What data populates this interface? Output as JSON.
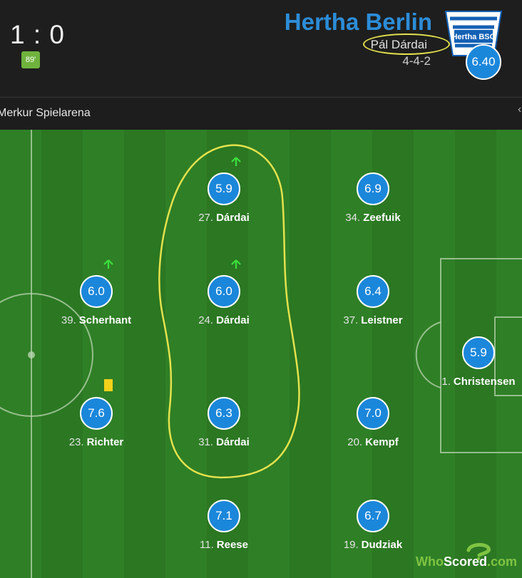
{
  "match": {
    "score": "1 : 0",
    "minute": "89'"
  },
  "team": {
    "name": "Hertha Berlin",
    "manager": "Pál Dárdai",
    "formation": "4-4-2",
    "rating": "6.40",
    "crest_text": "Hertha BSC",
    "crest_colors": [
      "#1461b5",
      "#ffffff"
    ]
  },
  "venue": "Merkur Spielarena",
  "players": [
    {
      "number": "27.",
      "name": "Dárdai",
      "rating": "5.9",
      "sub_icon": "arrow-up"
    },
    {
      "number": "34.",
      "name": "Zeefuik",
      "rating": "6.9"
    },
    {
      "number": "39.",
      "name": "Scherhant",
      "rating": "6.0",
      "sub_icon": "arrow-up"
    },
    {
      "number": "24.",
      "name": "Dárdai",
      "rating": "6.0",
      "sub_icon": "arrow-up"
    },
    {
      "number": "37.",
      "name": "Leistner",
      "rating": "6.4"
    },
    {
      "number": "1.",
      "name": "Christensen",
      "rating": "5.9"
    },
    {
      "number": "23.",
      "name": "Richter",
      "rating": "7.6",
      "card": "yellow"
    },
    {
      "number": "31.",
      "name": "Dárdai",
      "rating": "6.3"
    },
    {
      "number": "20.",
      "name": "Kempf",
      "rating": "7.0"
    },
    {
      "number": "11.",
      "name": "Reese",
      "rating": "7.1"
    },
    {
      "number": "19.",
      "name": "Dudziak",
      "rating": "6.7"
    }
  ],
  "branding": {
    "part1": "Who",
    "part2": "Scored",
    "part3": ".com"
  },
  "colors": {
    "pitch_light": "#2f7f26",
    "pitch_dark": "#2b7722",
    "rating_bg": "#1b87db",
    "highlight": "#e4e24d",
    "team_name": "#2c8dd8"
  }
}
